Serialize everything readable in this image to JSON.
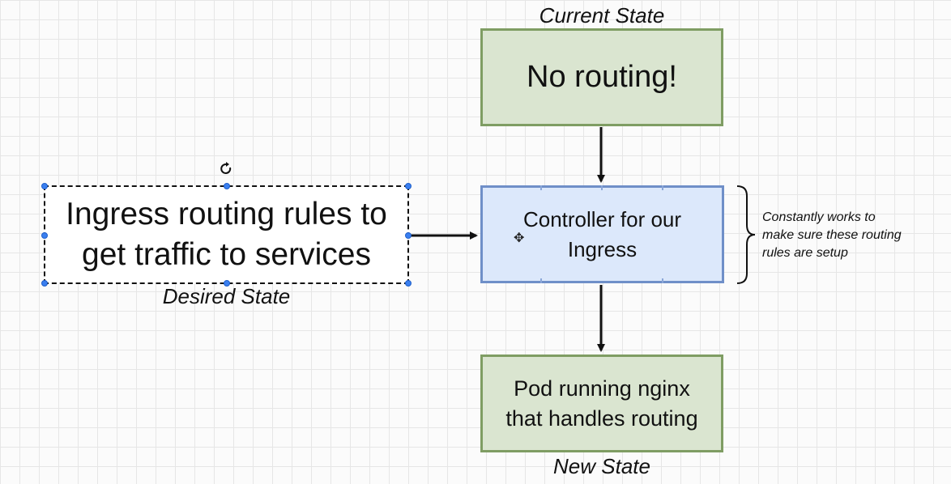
{
  "captions": {
    "current_state": "Current State",
    "desired_state": "Desired State",
    "new_state": "New State"
  },
  "boxes": {
    "current": "No routing!",
    "desired": "Ingress routing rules to\nget traffic to services",
    "controller": "Controller for our\nIngress",
    "pod": "Pod running nginx\nthat handles routing"
  },
  "note": "Constantly works to\nmake sure these routing\nrules are setup",
  "colors": {
    "green_fill": "#dae5d0",
    "green_border": "#7f9d63",
    "blue_fill": "#dce8fb",
    "blue_border": "#6f8fc8",
    "selection_handle": "#3a7ff0"
  },
  "icons": [
    "rotate-handle-icon",
    "move-cursor-icon"
  ]
}
